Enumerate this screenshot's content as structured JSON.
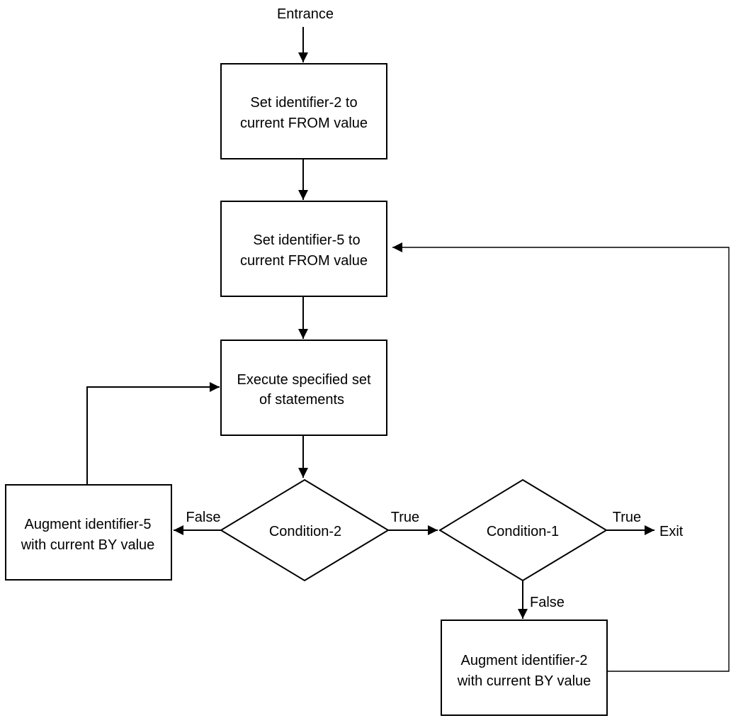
{
  "diagram": {
    "entrance": "Entrance",
    "box_set_id2": {
      "line1": "Set identifier-2 to",
      "line2": "current FROM value"
    },
    "box_set_id5": {
      "line1": "Set identifier-5 to",
      "line2": "current FROM value"
    },
    "box_execute": {
      "line1": "Execute specified set",
      "line2": "of statements"
    },
    "box_augment_id5": {
      "line1": "Augment identifier-5",
      "line2": "with current BY value"
    },
    "box_augment_id2": {
      "line1": "Augment identifier-2",
      "line2": "with current BY value"
    },
    "condition_2": "Condition-2",
    "condition_1": "Condition-1",
    "label_false_left": "False",
    "label_true_middle": "True",
    "label_true_right": "True",
    "label_false_bottom": "False",
    "exit": "Exit"
  }
}
